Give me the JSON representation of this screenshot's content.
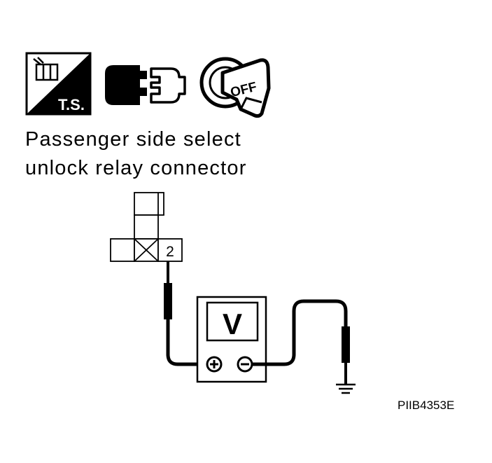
{
  "icons": {
    "ts_label": "T.S.",
    "connector_icon": "connector-disconnect-icon",
    "ignition_key": {
      "icon": "ignition-key-icon",
      "label": "OFF"
    }
  },
  "title": {
    "line1": "Passenger side select",
    "line2": "unlock relay connector"
  },
  "connector": {
    "terminal": "2"
  },
  "meter": {
    "label": "V",
    "positive_symbol": "+",
    "negative_symbol": "−"
  },
  "figure_code": "PIIB4353E",
  "colors": {
    "ink": "#000000",
    "paper": "#ffffff"
  }
}
